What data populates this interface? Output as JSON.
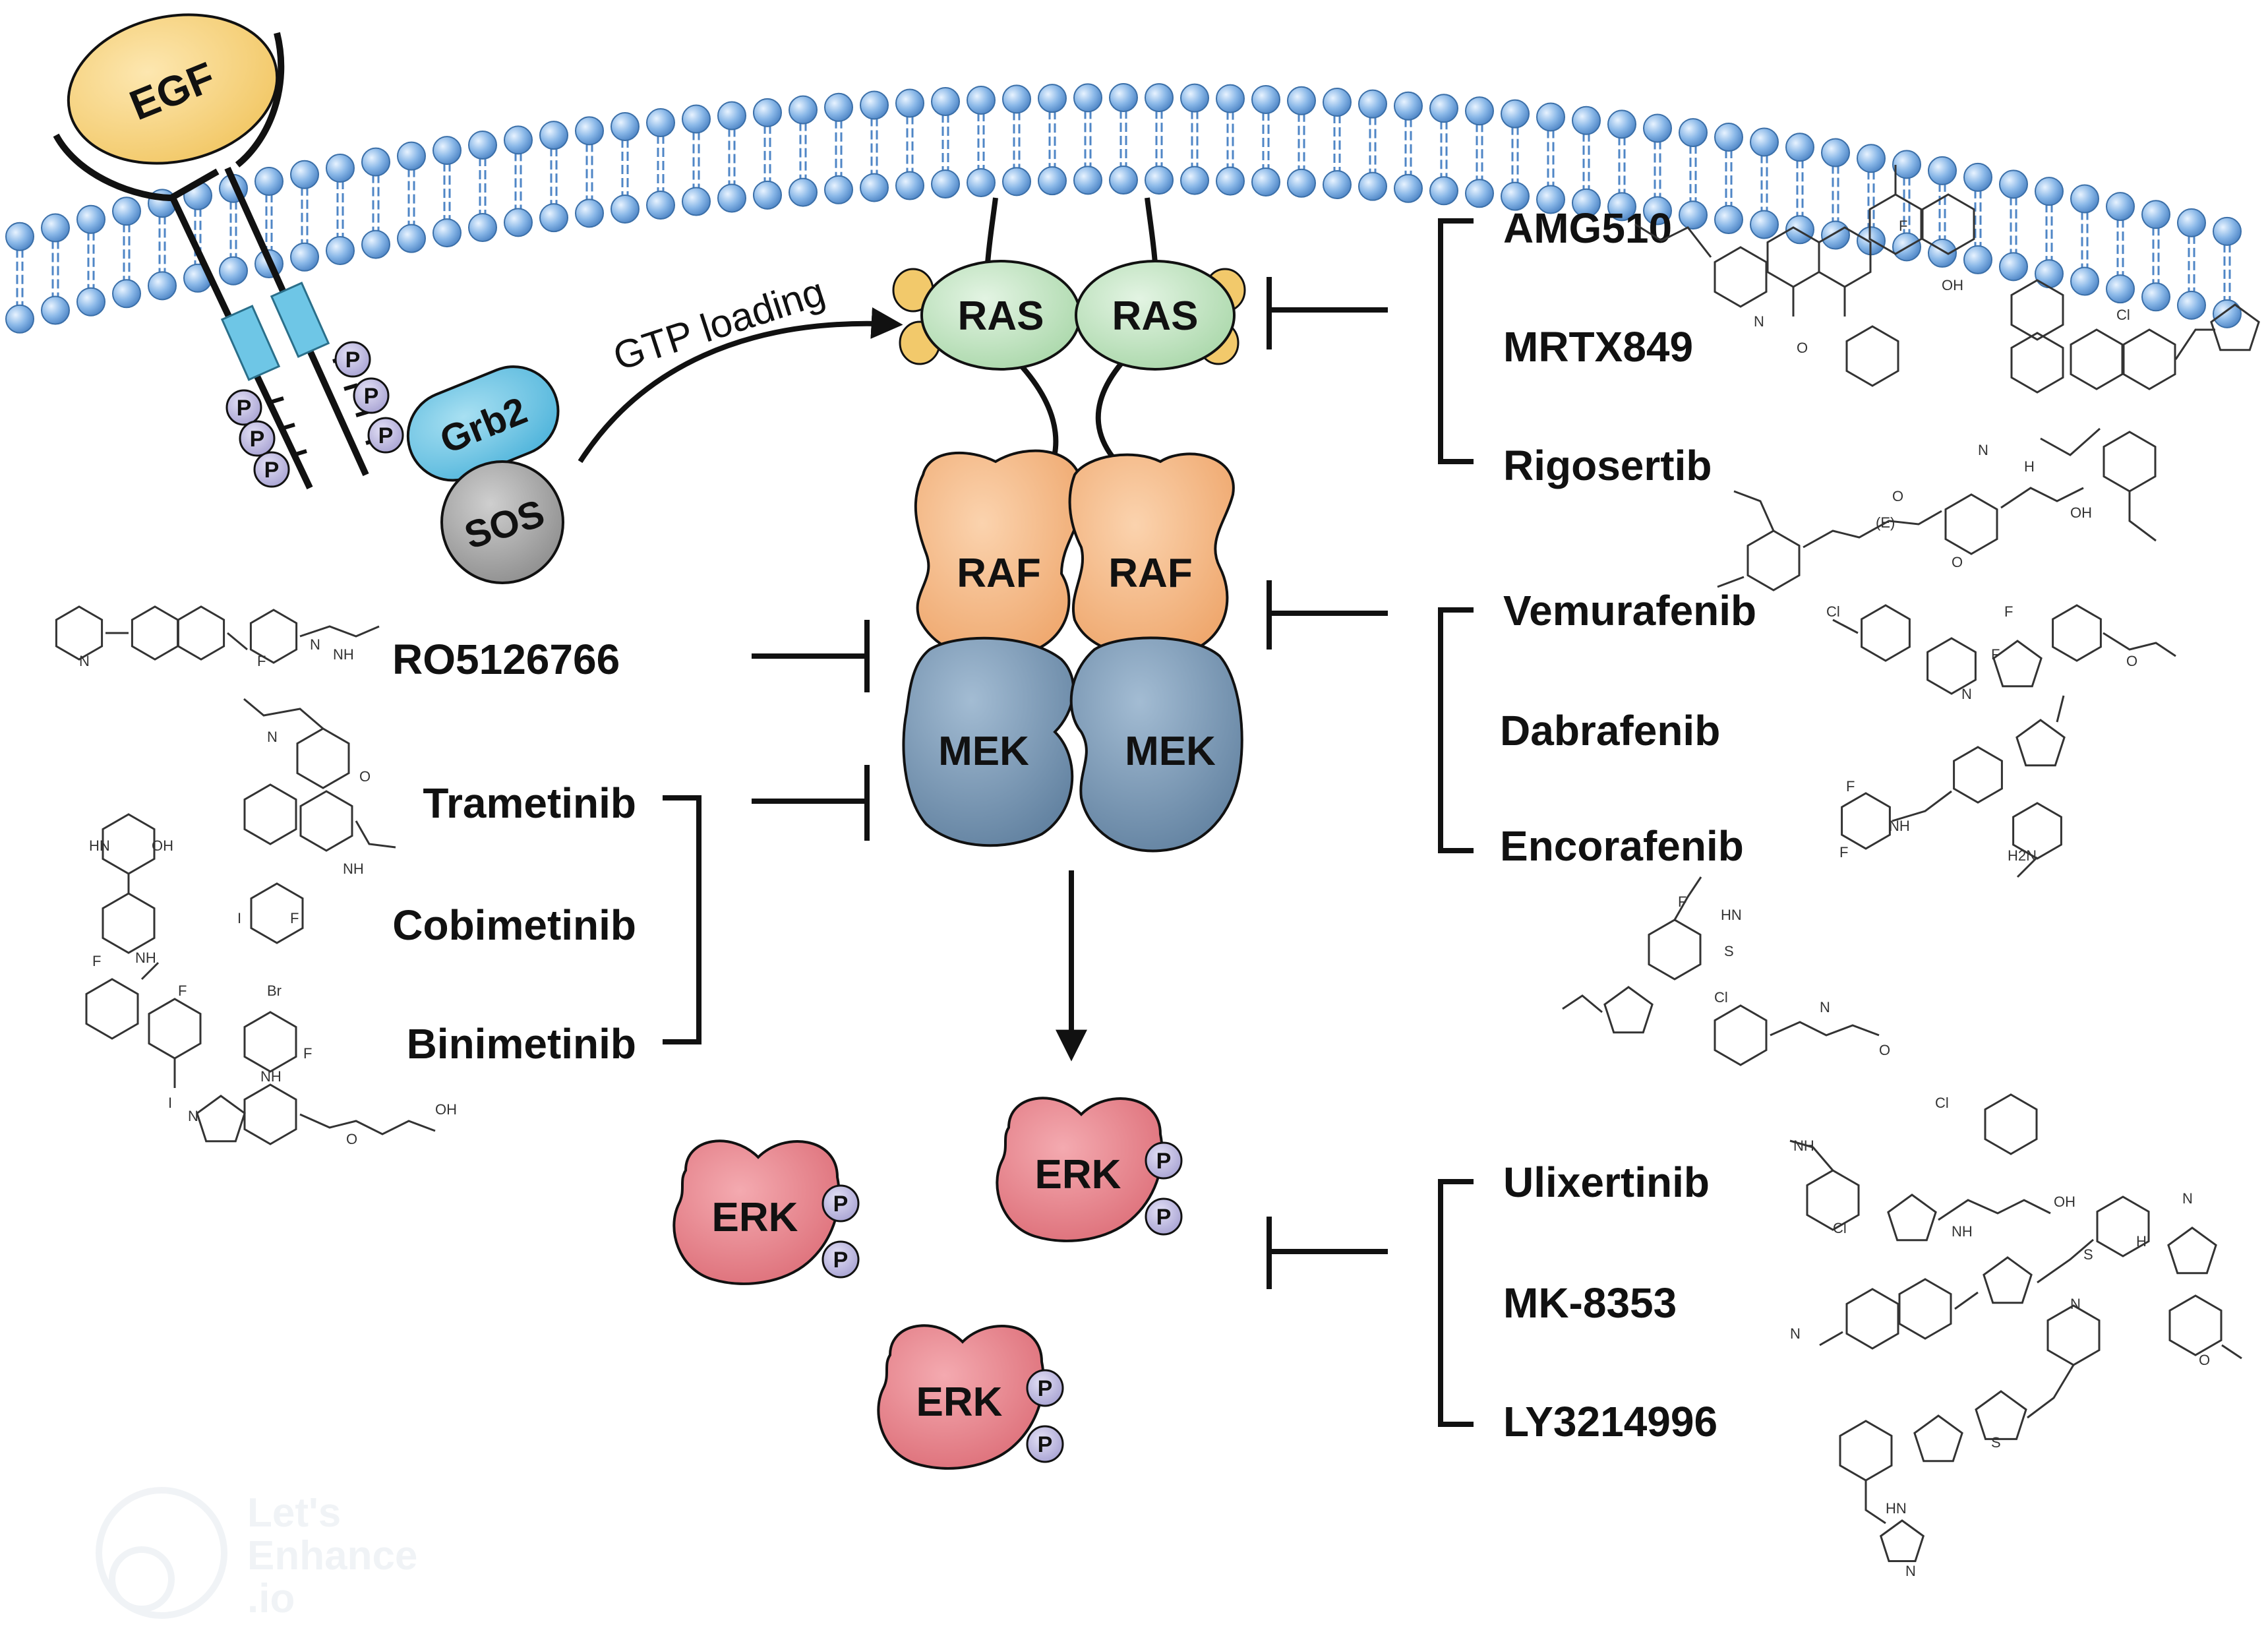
{
  "proteins": {
    "egf": "EGF",
    "grb2": "Grb2",
    "sos": "SOS",
    "ras": [
      "RAS",
      "RAS"
    ],
    "raf": [
      "RAF",
      "RAF"
    ],
    "mek": [
      "MEK",
      "MEK"
    ],
    "erk": [
      "ERK",
      "ERK",
      "ERK"
    ],
    "phospho": "P"
  },
  "gtp_loading": "GTP loading",
  "inhibitors": {
    "ras": [
      "AMG510",
      "MRTX849",
      "Rigosertib"
    ],
    "raf_mek": [
      "RO5126766"
    ],
    "raf": [
      "Vemurafenib",
      "Dabrafenib",
      "Encorafenib"
    ],
    "mek": [
      "Trametinib",
      "Cobimetinib",
      "Binimetinib"
    ],
    "erk": [
      "Ulixertinib",
      "MK-8353",
      "LY3214996"
    ]
  },
  "watermark": [
    "Let's",
    "Enhance",
    ".io"
  ],
  "colors": {
    "egf": "#f6d27a",
    "lipid_head": "#8ab8e8",
    "receptor_box": "#6ec6e6",
    "grb2": "#6ec6e6",
    "sos": "#9e9e9e",
    "ras": "#bfe2bf",
    "ras_cap": "#f2c96b",
    "raf": "#f4b47e",
    "mek": "#6f8fad",
    "erk": "#e47e86",
    "phospho": "#b7b2dc"
  }
}
